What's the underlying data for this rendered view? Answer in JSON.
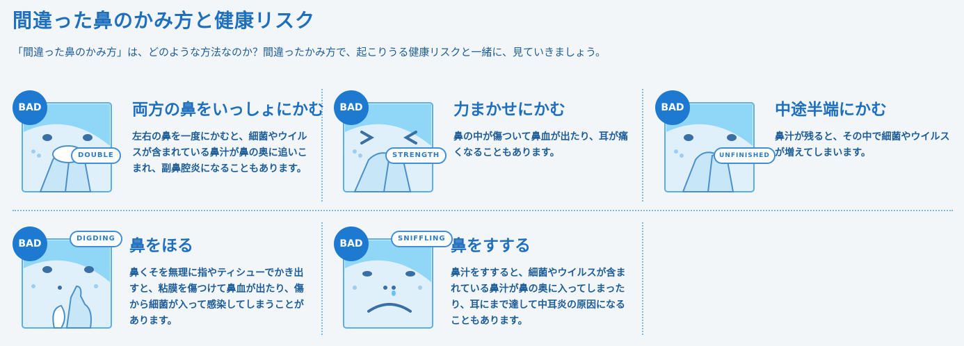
{
  "page": {
    "title": "間違った鼻のかみ方と健康リスク",
    "intro": "「間違った鼻のかみ方」は、どのような方法なのか？間違ったかみ方で、起こりうる健康リスクと一緒に、見ていきましょう。"
  },
  "colors": {
    "accent": "#1f6fbf",
    "badge": "#1e7ad0",
    "divider": "#7fb6de",
    "face_bg": "#dff0fb",
    "face_top": "#7fd0f5"
  },
  "cards": [
    {
      "badge": "BAD",
      "bubble": "DOUBLE",
      "title": "両方の鼻をいっしょにかむ",
      "text": "左右の鼻を一度にかむと、細菌やウイルスが含まれている鼻汁が鼻の奥に追いこまれ、副鼻腔炎になることもあります。"
    },
    {
      "badge": "BAD",
      "bubble": "STRENGTH",
      "title": "力まかせにかむ",
      "text": "鼻の中が傷ついて鼻血が出たり、耳が痛くなることもあります。"
    },
    {
      "badge": "BAD",
      "bubble": "UNFINISHED",
      "title": "中途半端にかむ",
      "text": "鼻汁が残ると、その中で細菌やウイルスが増えてしまいます。"
    },
    {
      "badge": "BAD",
      "bubble": "DIGDING",
      "title": "鼻をほる",
      "text": "鼻くそを無理に指やティシューでかき出すと、粘膜を傷つけて鼻血が出たり、傷から細菌が入って感染してしまうことがあります。"
    },
    {
      "badge": "BAD",
      "bubble": "SNIFFLING",
      "title": "鼻をすする",
      "text": "鼻汁をすすると、細菌やウイルスが含まれている鼻汁が鼻の奥に入ってしまったり、耳にまで達して中耳炎の原因になることもあります。"
    }
  ]
}
